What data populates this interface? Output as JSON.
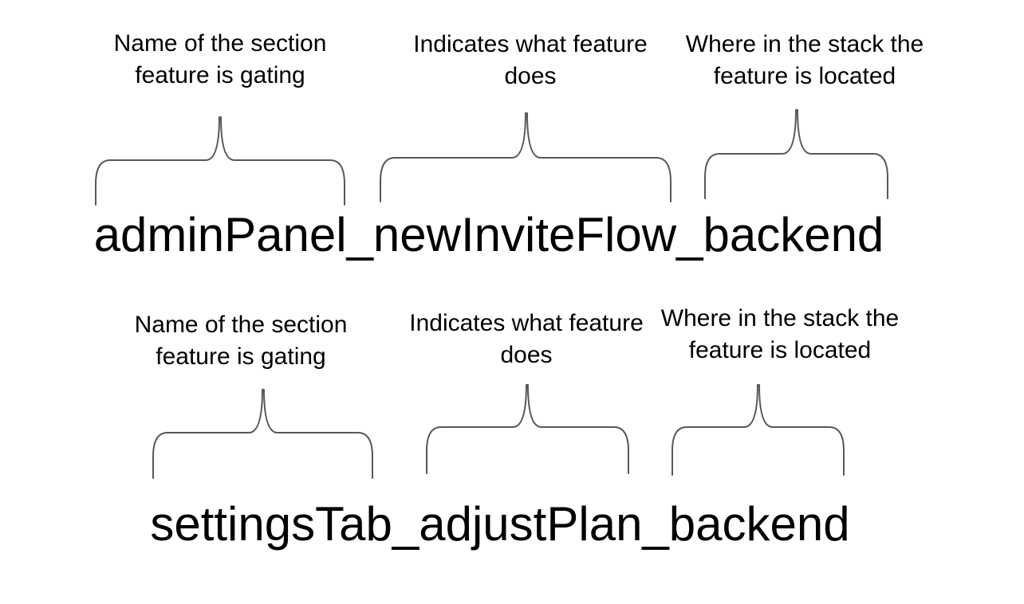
{
  "background": "#ffffff",
  "colors": {
    "text": "#000000",
    "brace": "#57585a"
  },
  "rows": [
    {
      "flag": "adminPanel_newInviteFlow_backend",
      "annotations": [
        {
          "line1": "Name of the section",
          "line2": "feature is gating"
        },
        {
          "line1": "Indicates what feature",
          "line2": "does"
        },
        {
          "line1": "Where in the stack the",
          "line2": "feature is located"
        }
      ]
    },
    {
      "flag": "settingsTab_adjustPlan_backend",
      "annotations": [
        {
          "line1": "Name of the section",
          "line2": "feature is gating"
        },
        {
          "line1": "Indicates what feature",
          "line2": "does"
        },
        {
          "line1": "Where in the stack the",
          "line2": "feature is located"
        }
      ]
    }
  ]
}
